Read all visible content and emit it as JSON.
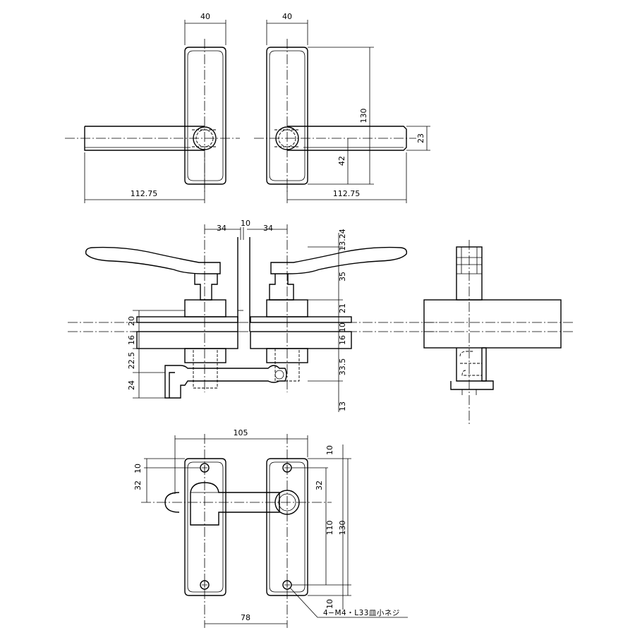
{
  "drawing": {
    "dimensions": {
      "top_left_width": "40",
      "top_right_width": "40",
      "top_right_height": "130",
      "top_center_offset": "42",
      "top_lever_height": "23",
      "top_left_lever_length": "112.75",
      "top_right_lever_length": "112.75",
      "mid_left_offset": "34",
      "mid_gap": "10",
      "mid_right_offset": "34",
      "mid_top": "13.24",
      "mid_r_35": "35",
      "mid_r_21": "21",
      "mid_r_10": "10",
      "mid_r_16": "16",
      "mid_r_33_5": "33.5",
      "mid_r_13": "13",
      "mid_l_20": "20",
      "mid_l_16": "16",
      "mid_l_22_5": "22.5",
      "mid_l_24": "24",
      "bot_width": "105",
      "bot_left_32": "32",
      "bot_left_10": "10",
      "bot_right_10_top": "10",
      "bot_right_32": "32",
      "bot_right_110": "110",
      "bot_right_130": "130",
      "bot_right_10_bottom": "10",
      "bot_screw_spacing": "78"
    },
    "screw_note": "4−M4・L33皿小ネジ"
  }
}
